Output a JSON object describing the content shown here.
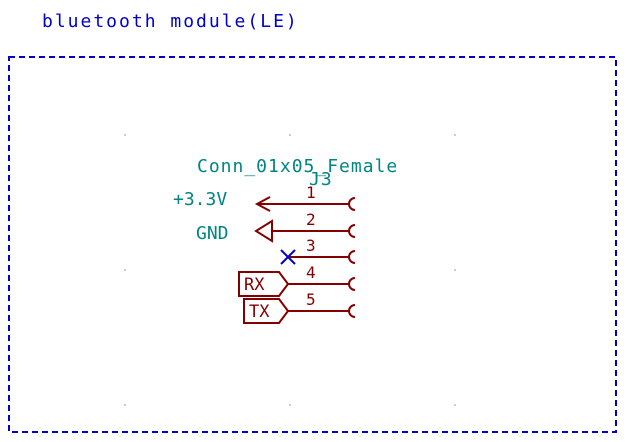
{
  "sheet": {
    "title": "bluetooth module(LE)"
  },
  "component": {
    "value": "Conn_01x05_Female",
    "reference": "J3",
    "pins": [
      {
        "number": "1",
        "net": "+3.3V",
        "kind": "power"
      },
      {
        "number": "2",
        "net": "GND",
        "kind": "power"
      },
      {
        "number": "3",
        "net": "",
        "kind": "no-connect"
      },
      {
        "number": "4",
        "net": "RX",
        "kind": "label"
      },
      {
        "number": "5",
        "net": "TX",
        "kind": "label"
      }
    ]
  },
  "power_symbols": {
    "vcc": "+3.3V",
    "gnd": "GND"
  },
  "labels": {
    "rx": "RX",
    "tx": "TX"
  },
  "colors": {
    "sheet_border": "#0000c8",
    "component": "#840000",
    "reference_text": "#008484",
    "no_connect": "#0000c8"
  }
}
